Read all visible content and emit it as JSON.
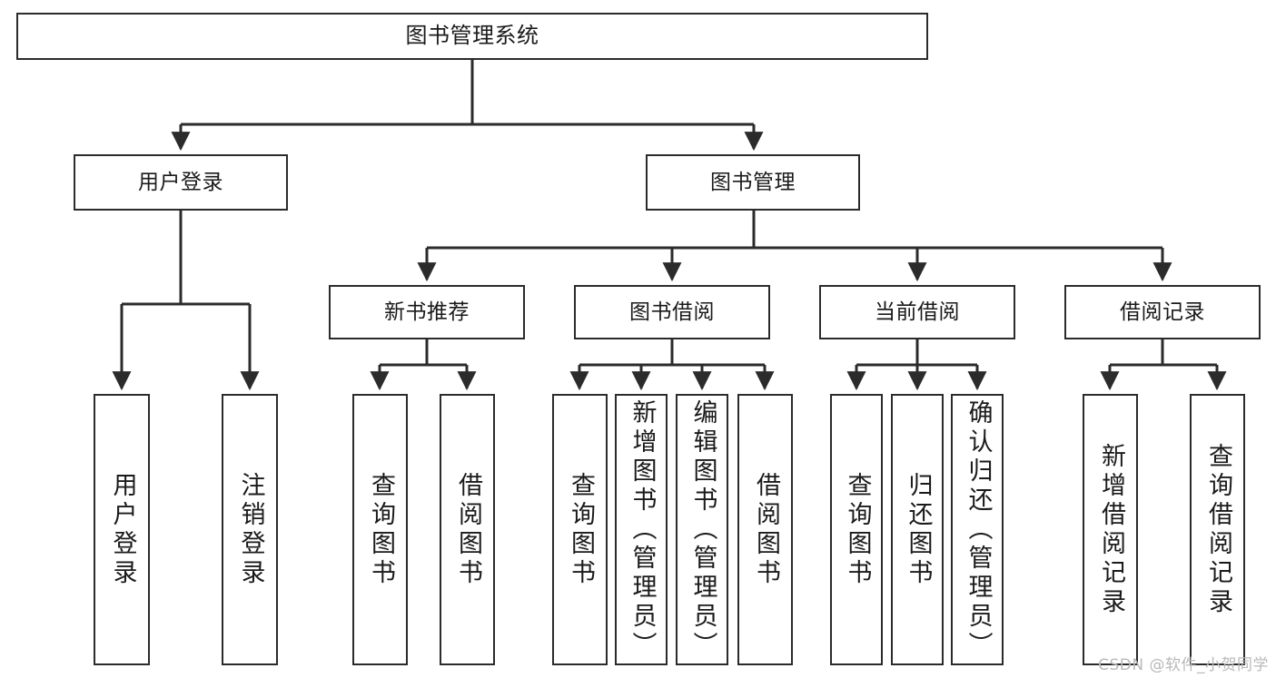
{
  "diagram": {
    "title": "图书管理系统",
    "type": "hierarchy-tree",
    "stroke_color": "#2b2b2b",
    "fill_color": "#ffffff",
    "text_color": "#1a1a1a"
  },
  "nodes": {
    "root": {
      "label": "图书管理系统"
    },
    "level2": [
      {
        "id": "user-login",
        "label": "用户登录"
      },
      {
        "id": "book-management",
        "label": "图书管理"
      }
    ],
    "level3": [
      {
        "id": "new-book-recommend",
        "label": "新书推荐"
      },
      {
        "id": "book-borrow",
        "label": "图书借阅"
      },
      {
        "id": "current-borrow",
        "label": "当前借阅"
      },
      {
        "id": "borrow-record",
        "label": "借阅记录"
      }
    ],
    "leaves": {
      "user-login": [
        {
          "id": "leaf-user-login",
          "label": "用户登录"
        },
        {
          "id": "leaf-logout-login",
          "label": "注销登录"
        }
      ],
      "new-book-recommend": [
        {
          "id": "leaf-query-book-1",
          "label": "查询图书"
        },
        {
          "id": "leaf-borrow-book-1",
          "label": "借阅图书"
        }
      ],
      "book-borrow": [
        {
          "id": "leaf-query-book-2",
          "label": "查询图书"
        },
        {
          "id": "leaf-add-book",
          "label": "新增图书（管理员）"
        },
        {
          "id": "leaf-edit-book",
          "label": "编辑图书（管理员）"
        },
        {
          "id": "leaf-borrow-book-2",
          "label": "借阅图书"
        }
      ],
      "current-borrow": [
        {
          "id": "leaf-query-book-3",
          "label": "查询图书"
        },
        {
          "id": "leaf-return-book",
          "label": "归还图书"
        },
        {
          "id": "leaf-confirm-return",
          "label": "确认归还（管理员）"
        }
      ],
      "borrow-record": [
        {
          "id": "leaf-add-record",
          "label": "新增借阅记录"
        },
        {
          "id": "leaf-query-record",
          "label": "查询借阅记录"
        }
      ]
    }
  },
  "watermark": {
    "text": "CSDN @软件_小贺同学"
  }
}
